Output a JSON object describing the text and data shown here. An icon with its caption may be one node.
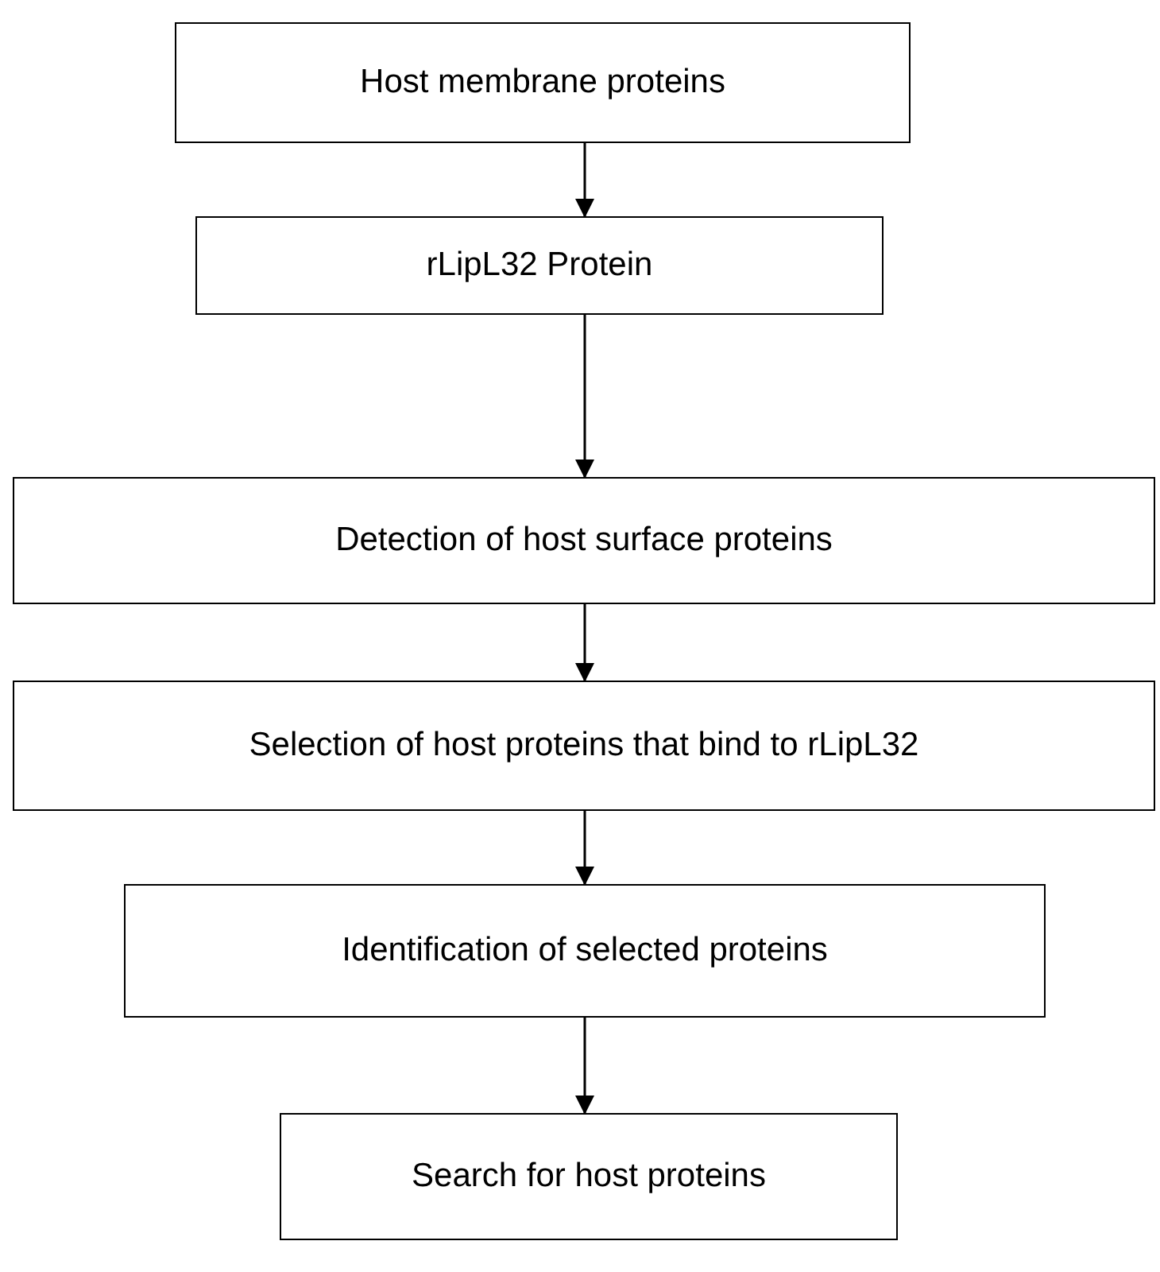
{
  "diagram": {
    "nodes": [
      {
        "text": [
          "Host membrane proteins"
        ]
      },
      {
        "text": [
          "rLipL32 Protein"
        ]
      },
      {
        "text": [
          "Detection of host surface proteins"
        ]
      },
      {
        "text": [
          "Selection of host proteins that bind to rLipL32"
        ]
      },
      {
        "text": [
          "Identification of selected proteins"
        ]
      },
      {
        "text": [
          "Search for host proteins"
        ]
      }
    ],
    "edges": [
      {
        "from": 0,
        "to": 1,
        "arrow": "to"
      },
      {
        "from": 1,
        "to": 2,
        "arrow": "to"
      },
      {
        "from": 2,
        "to": 3,
        "arrow": "to"
      },
      {
        "from": 3,
        "to": 4,
        "arrow": "to"
      },
      {
        "from": 4,
        "to": 5,
        "arrow": "to"
      }
    ]
  }
}
